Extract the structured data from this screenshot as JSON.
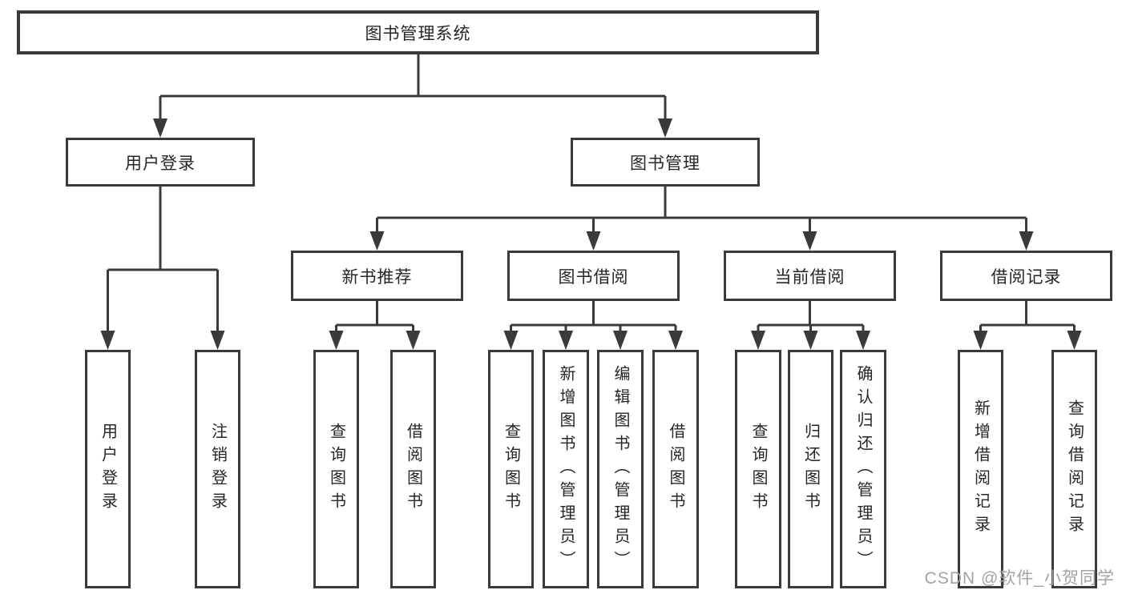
{
  "tree": {
    "root": {
      "label": "图书管理系统"
    },
    "branches": [
      {
        "label": "用户登录",
        "children": [
          {
            "label": "用户登录"
          },
          {
            "label": "注销登录"
          }
        ]
      },
      {
        "label": "图书管理",
        "children": [
          {
            "label": "新书推荐",
            "children": [
              {
                "label": "查询图书"
              },
              {
                "label": "借阅图书"
              }
            ]
          },
          {
            "label": "图书借阅",
            "children": [
              {
                "label": "查询图书"
              },
              {
                "label": "新增图书（管理员）"
              },
              {
                "label": "编辑图书（管理员）"
              },
              {
                "label": "借阅图书"
              }
            ]
          },
          {
            "label": "当前借阅",
            "children": [
              {
                "label": "查询图书"
              },
              {
                "label": "归还图书"
              },
              {
                "label": "确认归还（管理员）"
              }
            ]
          },
          {
            "label": "借阅记录",
            "children": [
              {
                "label": "新增借阅记录"
              },
              {
                "label": "查询借阅记录"
              }
            ]
          }
        ]
      }
    ]
  },
  "watermark": {
    "text": "CSDN @软件_小贺同学"
  },
  "colors": {
    "line": "#3a3a3a",
    "box_border": "#3a3a3a",
    "text": "#262626",
    "watermark": "#a3a3a3",
    "background": "#ffffff"
  }
}
